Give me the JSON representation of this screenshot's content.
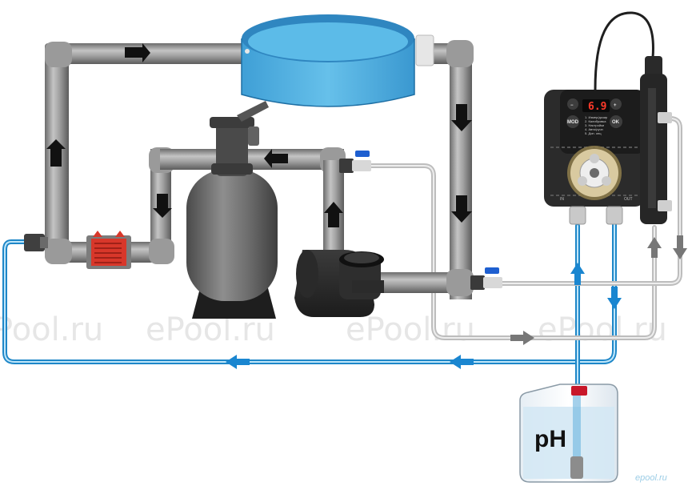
{
  "watermarks": [
    "Pool.ru",
    "ePool.ru",
    "ePool.ru",
    "ePool.ru"
  ],
  "signature": "epool.ru",
  "canister_label": "pH",
  "pump_display_value": "6.9",
  "pump_panel": {
    "mode_button": "MOD",
    "ok_button": "OK",
    "minus_button": "−",
    "plus_button": "+",
    "port_in": "IN",
    "port_out": "OUT",
    "menu_lines": [
      "1. Измер/дозир",
      "2. Калибровка",
      "3. Настройки",
      "4. Авто/ручн",
      "5. Доп. опц"
    ]
  },
  "colors": {
    "pipe": "#8f8f8f",
    "pipe_dark": "#5a5a5a",
    "water": "#5bb8e6",
    "water_dark": "#1d7fc0",
    "tube_blue": "#2a9bd8",
    "tube_grey": "#cfcfcf",
    "heater": "#d8372a",
    "arrow": "#111111",
    "arrow_blue": "#1a86d0",
    "arrow_grey": "#777777"
  }
}
